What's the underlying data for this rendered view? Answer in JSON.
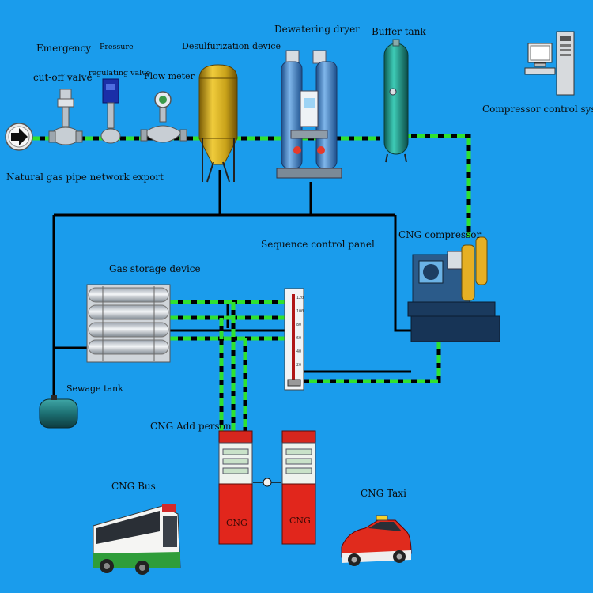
{
  "labels": {
    "emergency_valve_line1": "Emergency",
    "emergency_valve_line2": "cut-off valve",
    "pressure_valve_line1": "Pressure",
    "pressure_valve_line2": "regulating valve",
    "flow_meter": "Flow meter",
    "desulfurization": "Desulfurization device",
    "dewatering_dryer": "Dewatering dryer",
    "buffer_tank": "Buffer tank",
    "compressor_control": "Compressor control system",
    "natural_gas_export": "Natural gas pipe network export",
    "sequence_panel": "Sequence control panel",
    "cng_compressor": "CNG compressor",
    "gas_storage": "Gas storage device",
    "sewage_tank": "Sewage tank",
    "cng_add_person": "CNG Add person",
    "cng_bus": "CNG Bus",
    "cng_taxi": "CNG Taxi",
    "dispenser_1": "CNG",
    "dispenser_2": "CNG"
  },
  "colors": {
    "background": "#1a9cec",
    "pipe_green": "#2fe22f",
    "pipe_black": "#000000",
    "tank_gold": "#c9a21a",
    "dispenser_red": "#e1261c"
  },
  "icons": {
    "export_arrow": "arrow-right-circle-icon",
    "computer": "computer-icon"
  }
}
